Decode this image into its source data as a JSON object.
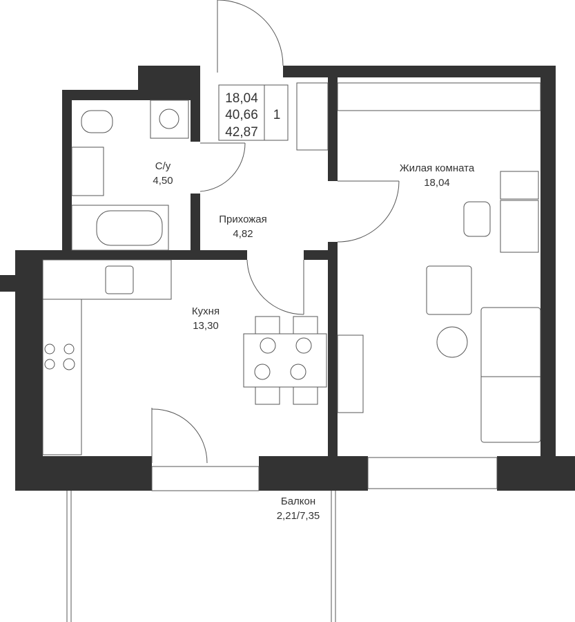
{
  "summary": {
    "living_area": "18,04",
    "total_area": "40,66",
    "total_with_balcony": "42,87",
    "rooms": "1"
  },
  "rooms": {
    "bathroom": {
      "name": "С/у",
      "area": "4,50"
    },
    "hallway": {
      "name": "Прихожая",
      "area": "4,82"
    },
    "living": {
      "name": "Жилая комната",
      "area": "18,04"
    },
    "kitchen": {
      "name": "Кухня",
      "area": "13,30"
    },
    "balcony": {
      "name": "Балкон",
      "area": "2,21/7,35"
    }
  },
  "colors": {
    "wall": "#333333",
    "line": "#555555"
  }
}
